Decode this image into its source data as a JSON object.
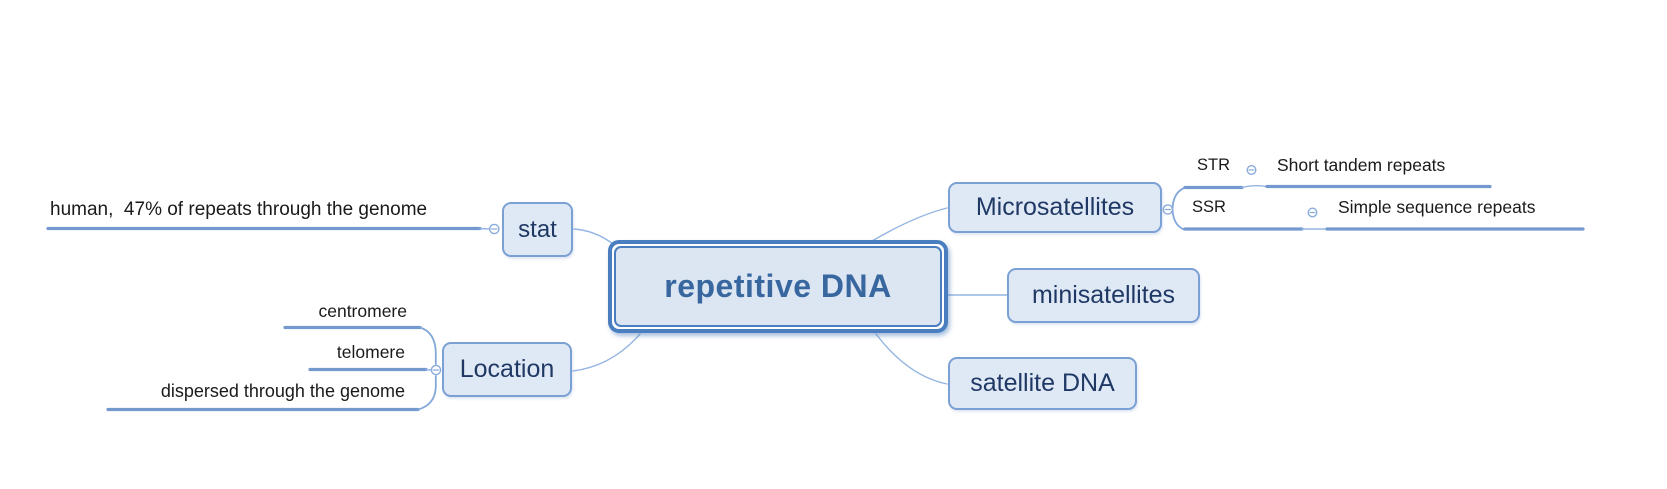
{
  "colors": {
    "canvas_bg": "#ffffff",
    "node_fill": "#dfe9f6",
    "node_border": "#7aa0d4",
    "node_text": "#1f3864",
    "central_fill": "#dce6f3",
    "central_border": "#4a7ec0",
    "central_text": "#38669f",
    "branch_line": "#7499cf",
    "mid_line": "#82a8da",
    "thin_line": "#94b5e2",
    "plain_text": "#1a1a1a"
  },
  "central": {
    "label": "repetitive DNA"
  },
  "stat_branch": {
    "label": "stat",
    "child_label": "human,  47% of repeats through the genome"
  },
  "location_branch": {
    "label": "Location",
    "children": [
      "centromere",
      "telomere",
      "dispersed through the genome"
    ]
  },
  "microsatellites_branch": {
    "label": "Microsatellites",
    "children": [
      {
        "label": "STR",
        "expansion": "Short tandem repeats"
      },
      {
        "label": "SSR",
        "expansion": "Simple sequence repeats"
      }
    ]
  },
  "minisatellites_branch": {
    "label": "minisatellites"
  },
  "satellite_branch": {
    "label": "satellite DNA"
  }
}
